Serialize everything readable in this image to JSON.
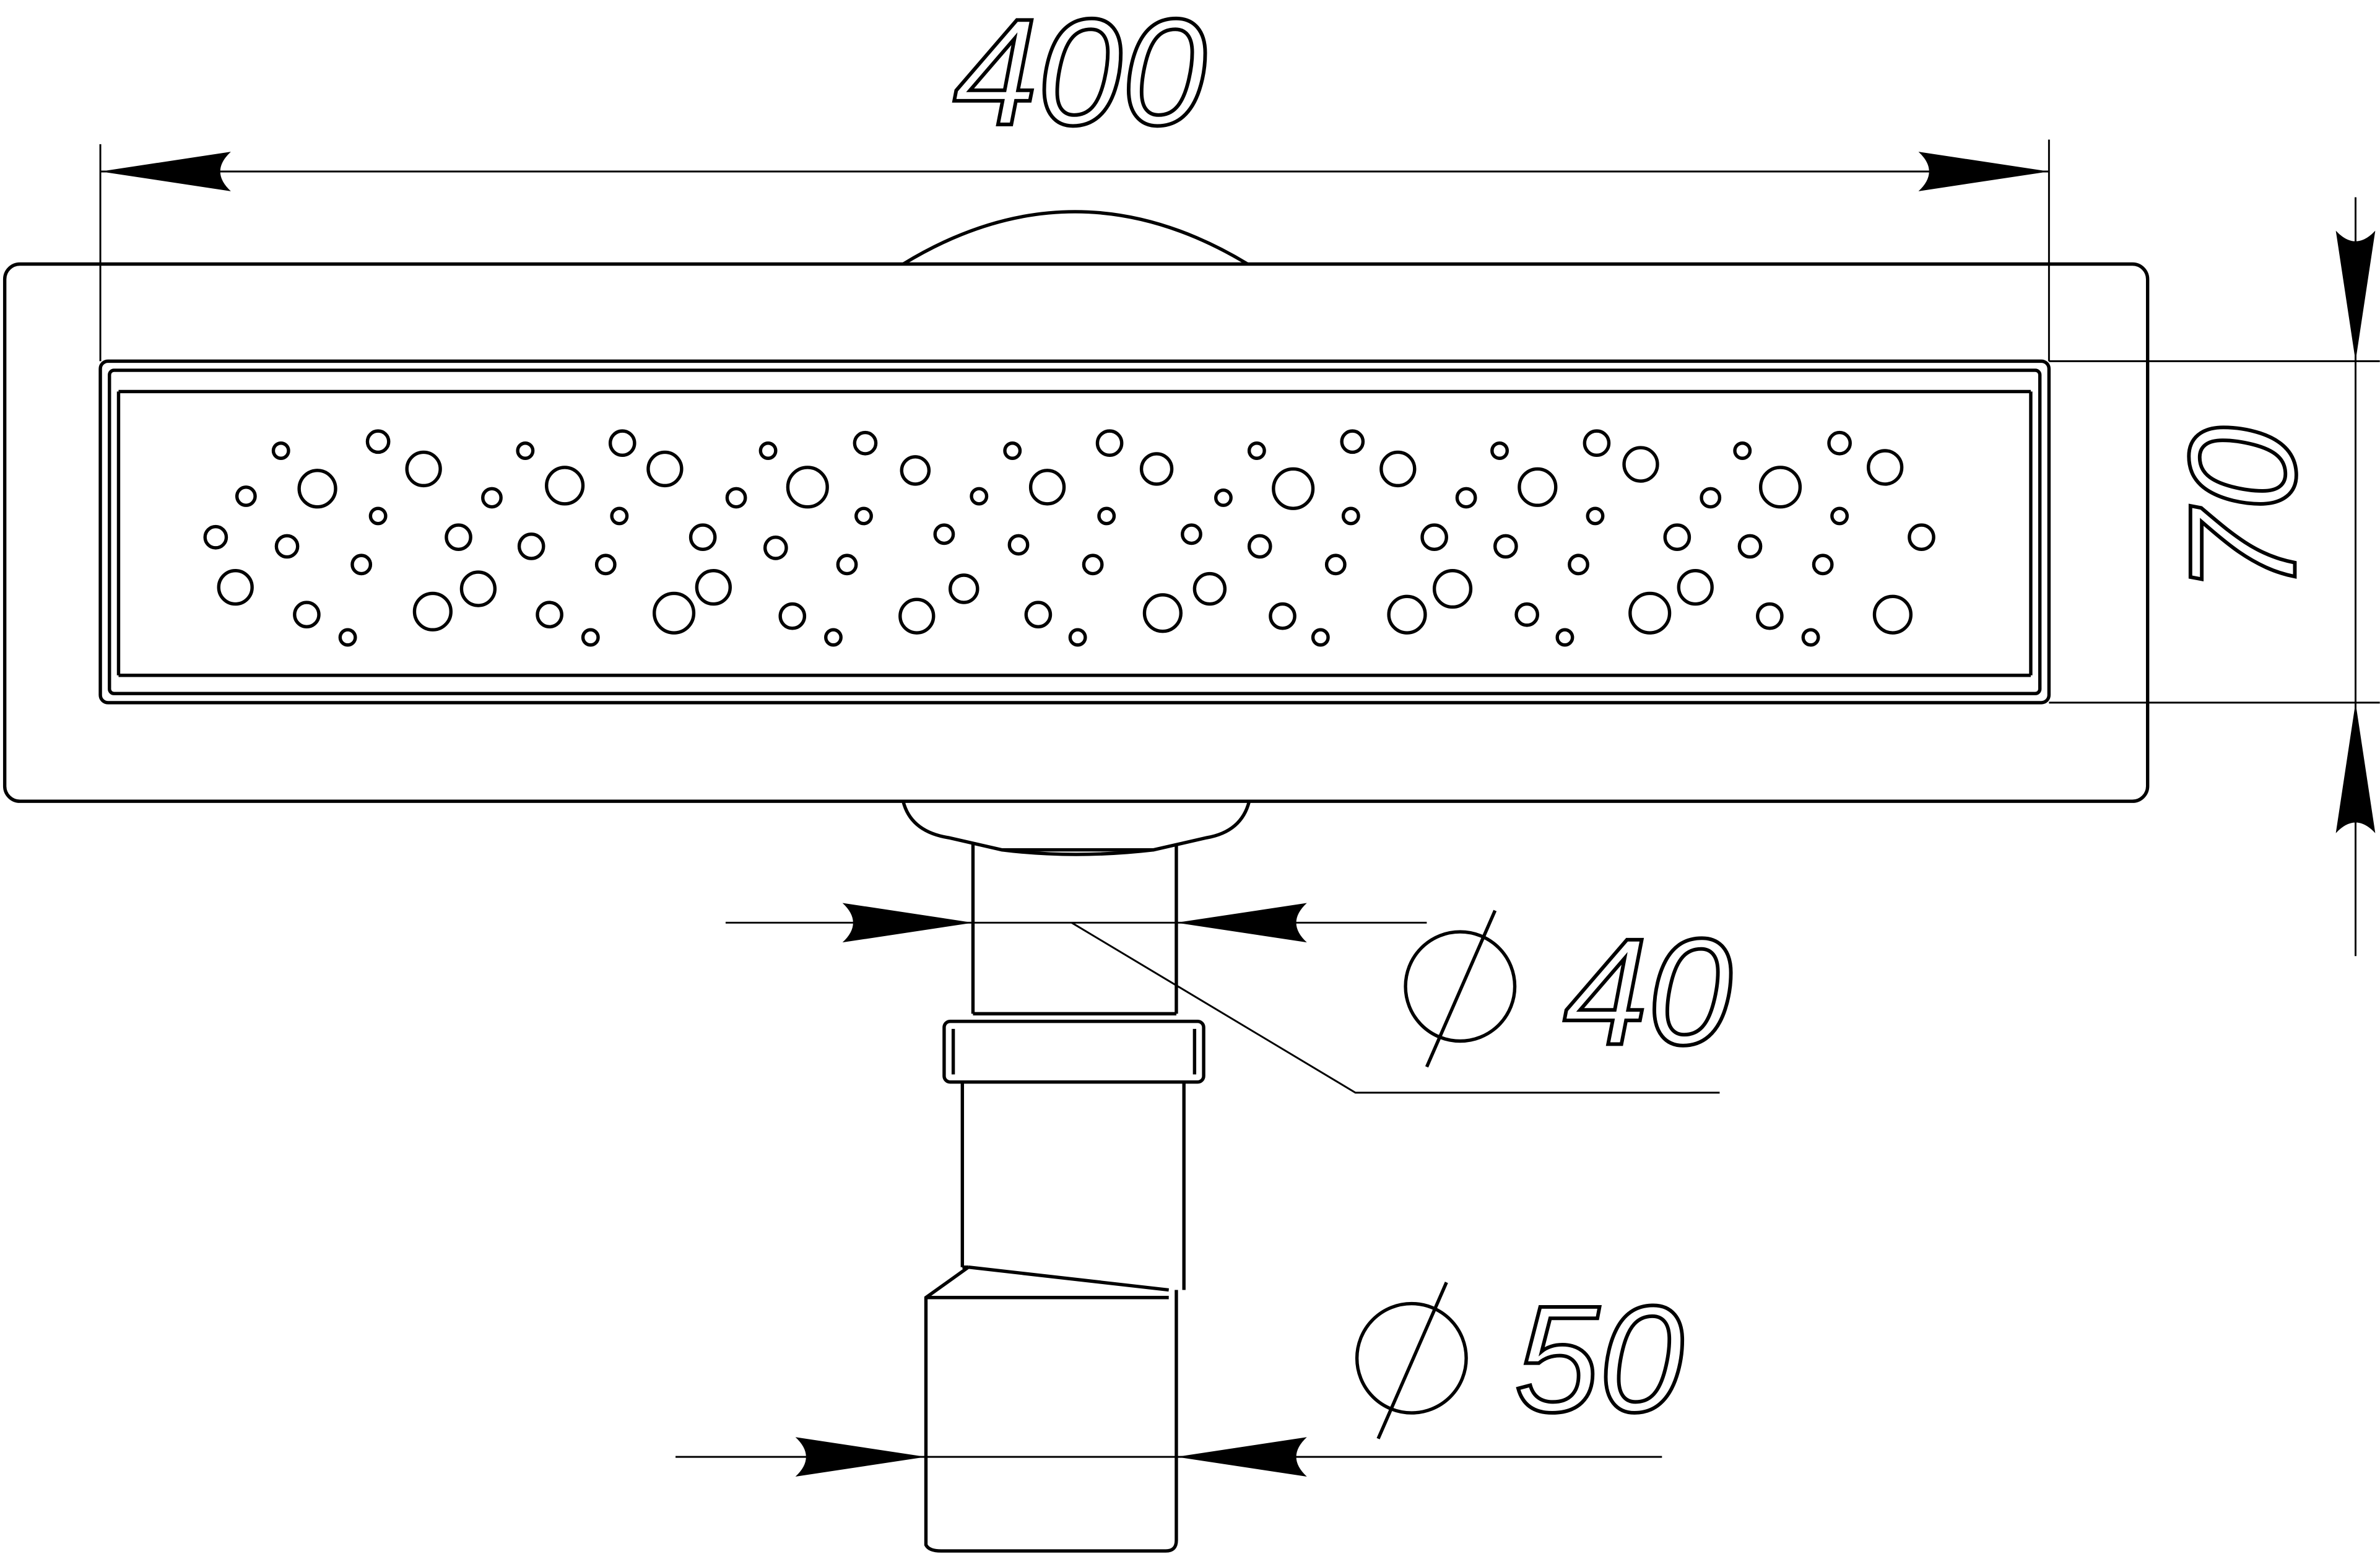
{
  "dimensions": {
    "length": "400",
    "width": "70",
    "outlet_diameter_small": "40",
    "outlet_diameter_large": "50"
  }
}
